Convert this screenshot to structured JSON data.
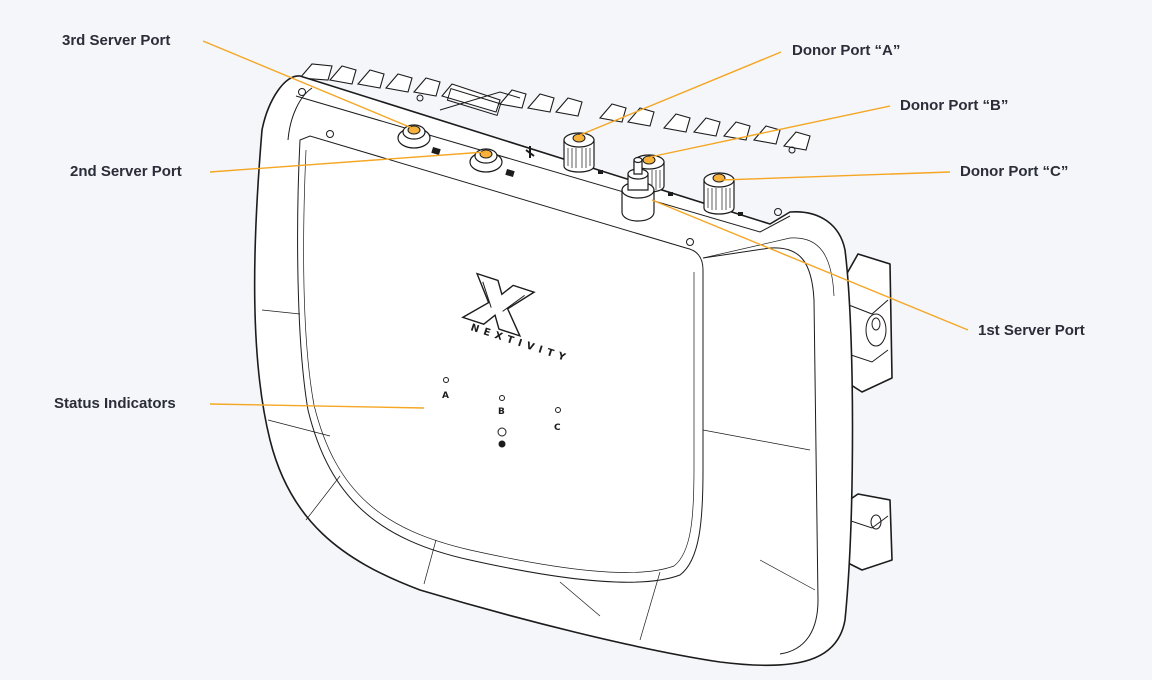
{
  "labels": {
    "server_port_3": "3rd Server Port",
    "server_port_2": "2nd Server Port",
    "status_indicators": "Status Indicators",
    "donor_port_a": "Donor Port “A”",
    "donor_port_b": "Donor Port “B”",
    "donor_port_c": "Donor Port “C”",
    "server_port_1": "1st Server Port"
  },
  "device": {
    "brand": "NEXTIVITY",
    "led_labels": [
      "A",
      "B",
      "C"
    ]
  },
  "colors": {
    "background": "#f5f6fa",
    "leader_line": "#f5a623",
    "label_text": "#2b2e38",
    "port_accent": "#f6b23c"
  }
}
